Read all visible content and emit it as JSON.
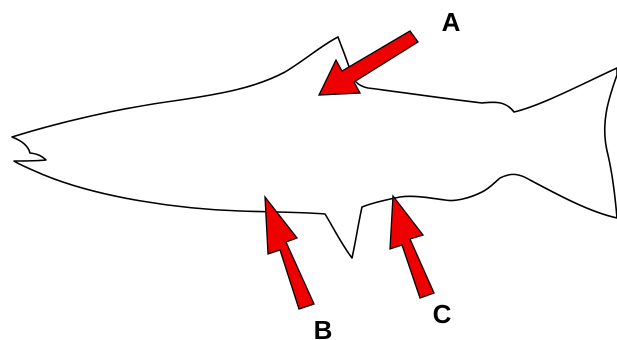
{
  "colors": {
    "outline": "#000000",
    "arrow": "#ee0000",
    "background": "#ffffff"
  },
  "labels": {
    "a": "A",
    "b": "B",
    "c": "C"
  }
}
